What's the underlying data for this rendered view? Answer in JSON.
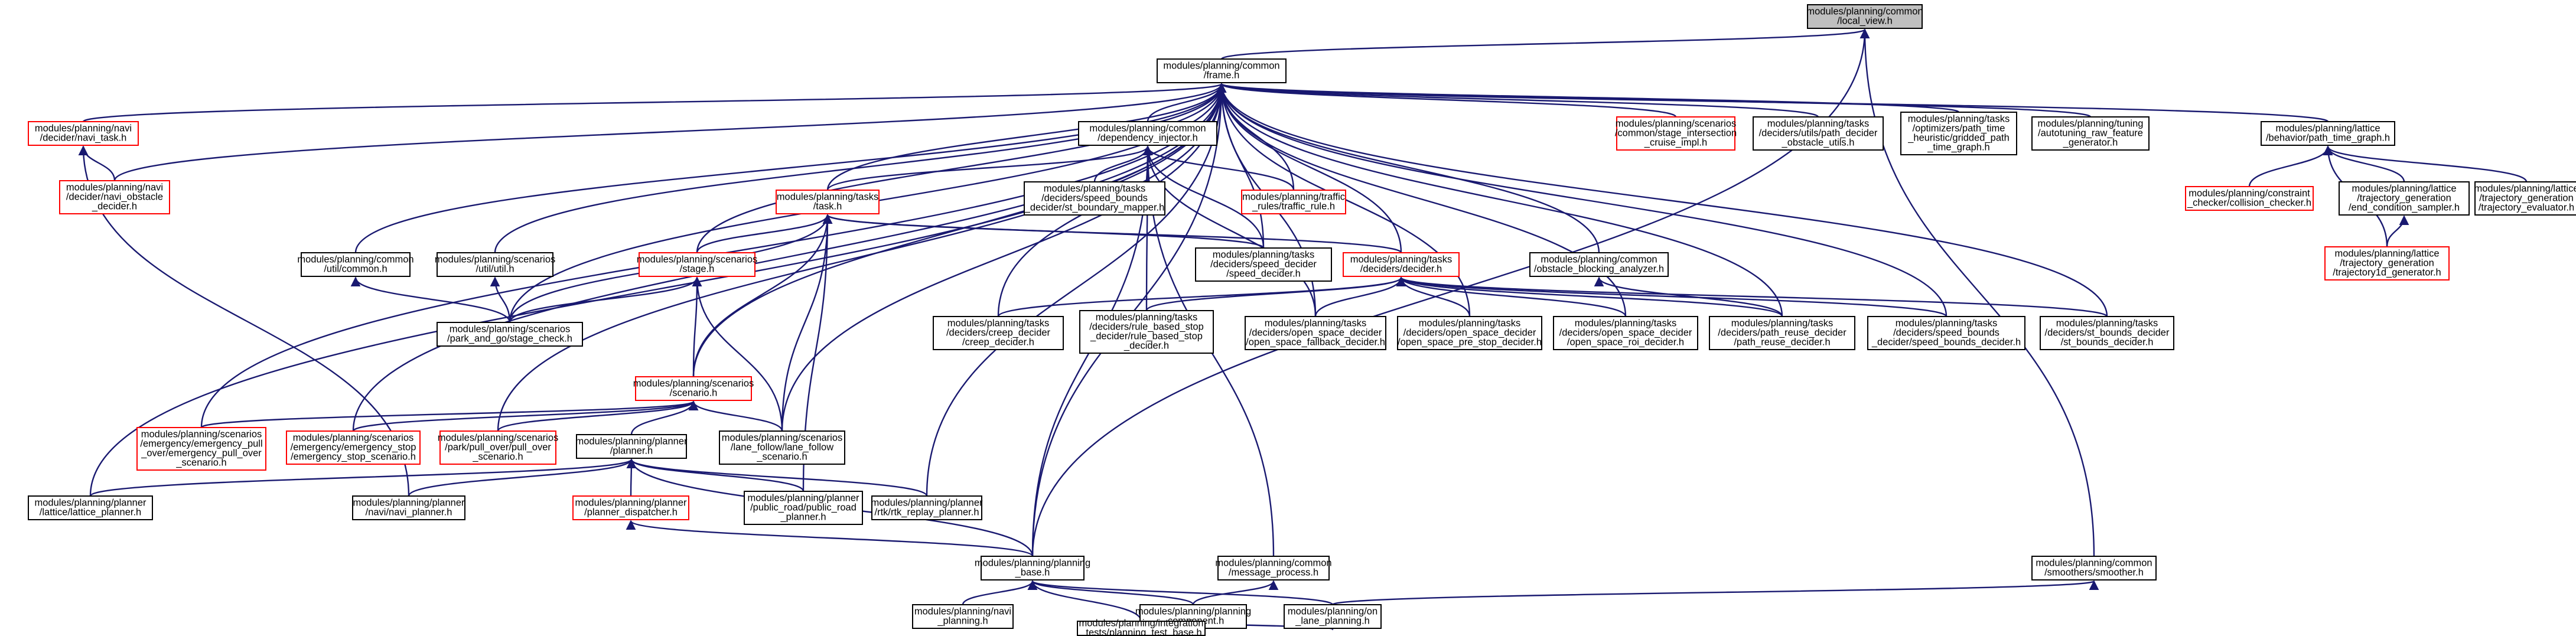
{
  "colors": {
    "edge": "#191970",
    "root_fill": "#bfbfbf",
    "red_border": "#ff0000",
    "black_border": "#000000"
  },
  "nodes": [
    {
      "id": "local_view",
      "lines": [
        "modules/planning/common",
        "/local_view.h"
      ],
      "kind": "root"
    },
    {
      "id": "frame",
      "lines": [
        "modules/planning/common",
        "/frame.h"
      ],
      "kind": "normal"
    },
    {
      "id": "navi_task",
      "lines": [
        "modules/planning/navi",
        "/decider/navi_task.h"
      ],
      "kind": "red"
    },
    {
      "id": "navi_obstacle",
      "lines": [
        "modules/planning/navi",
        "/decider/navi_obstacle",
        "_decider.h"
      ],
      "kind": "red"
    },
    {
      "id": "dependency_injector",
      "lines": [
        "modules/planning/common",
        "/dependency_injector.h"
      ],
      "kind": "normal"
    },
    {
      "id": "intersection",
      "lines": [
        "modules/planning/scenarios",
        "/common/stage_intersection",
        "_cruise_impl.h"
      ],
      "kind": "red"
    },
    {
      "id": "path_decider_utils",
      "lines": [
        "modules/planning/tasks",
        "/deciders/utils/path_decider",
        "_obstacle_utils.h"
      ],
      "kind": "normal"
    },
    {
      "id": "gridded_path",
      "lines": [
        "modules/planning/tasks",
        "/optimizers/path_time",
        "_heuristic/gridded_path",
        "_time_graph.h"
      ],
      "kind": "normal"
    },
    {
      "id": "autotuning",
      "lines": [
        "modules/planning/tuning",
        "/autotuning_raw_feature",
        "_generator.h"
      ],
      "kind": "normal"
    },
    {
      "id": "path_time_graph",
      "lines": [
        "modules/planning/lattice",
        "/behavior/path_time_graph.h"
      ],
      "kind": "normal"
    },
    {
      "id": "task",
      "lines": [
        "modules/planning/tasks",
        "/task.h"
      ],
      "kind": "red"
    },
    {
      "id": "st_boundary_mapper",
      "lines": [
        "modules/planning/tasks",
        "/deciders/speed_bounds",
        "_decider/st_boundary_mapper.h"
      ],
      "kind": "normal"
    },
    {
      "id": "traffic_rule",
      "lines": [
        "modules/planning/traffic",
        "_rules/traffic_rule.h"
      ],
      "kind": "red"
    },
    {
      "id": "collision_checker",
      "lines": [
        "modules/planning/constraint",
        "_checker/collision_checker.h"
      ],
      "kind": "red"
    },
    {
      "id": "end_condition",
      "lines": [
        "modules/planning/lattice",
        "/trajectory_generation",
        "/end_condition_sampler.h"
      ],
      "kind": "normal"
    },
    {
      "id": "traj_evaluator",
      "lines": [
        "modules/planning/lattice",
        "/trajectory_generation",
        "/trajectory_evaluator.h"
      ],
      "kind": "normal"
    },
    {
      "id": "util_common",
      "lines": [
        "modules/planning/common",
        "/util/common.h"
      ],
      "kind": "normal"
    },
    {
      "id": "scen_util",
      "lines": [
        "modules/planning/scenarios",
        "/util/util.h"
      ],
      "kind": "normal"
    },
    {
      "id": "stage",
      "lines": [
        "modules/planning/scenarios",
        "/stage.h"
      ],
      "kind": "red"
    },
    {
      "id": "speed_decider",
      "lines": [
        "modules/planning/tasks",
        "/deciders/speed_decider",
        "/speed_decider.h"
      ],
      "kind": "normal"
    },
    {
      "id": "decider",
      "lines": [
        "modules/planning/tasks",
        "/deciders/decider.h"
      ],
      "kind": "red"
    },
    {
      "id": "obstacle_blocking",
      "lines": [
        "modules/planning/common",
        "/obstacle_blocking_analyzer.h"
      ],
      "kind": "normal"
    },
    {
      "id": "traj1d",
      "lines": [
        "modules/planning/lattice",
        "/trajectory_generation",
        "/trajectory1d_generator.h"
      ],
      "kind": "red"
    },
    {
      "id": "park_go",
      "lines": [
        "modules/planning/scenarios",
        "/park_and_go/stage_check.h"
      ],
      "kind": "normal"
    },
    {
      "id": "creep",
      "lines": [
        "modules/planning/tasks",
        "/deciders/creep_decider",
        "/creep_decider.h"
      ],
      "kind": "normal"
    },
    {
      "id": "rule_based",
      "lines": [
        "modules/planning/tasks",
        "/deciders/rule_based_stop",
        "_decider/rule_based_stop",
        "_decider.h"
      ],
      "kind": "normal"
    },
    {
      "id": "fallback",
      "lines": [
        "modules/planning/tasks",
        "/deciders/open_space_decider",
        "/open_space_fallback_decider.h"
      ],
      "kind": "normal"
    },
    {
      "id": "pre_stop",
      "lines": [
        "modules/planning/tasks",
        "/deciders/open_space_decider",
        "/open_space_pre_stop_decider.h"
      ],
      "kind": "normal"
    },
    {
      "id": "roi",
      "lines": [
        "modules/planning/tasks",
        "/deciders/open_space_decider",
        "/open_space_roi_decider.h"
      ],
      "kind": "normal"
    },
    {
      "id": "path_reuse",
      "lines": [
        "modules/planning/tasks",
        "/deciders/path_reuse_decider",
        "/path_reuse_decider.h"
      ],
      "kind": "normal"
    },
    {
      "id": "speed_bounds",
      "lines": [
        "modules/planning/tasks",
        "/deciders/speed_bounds",
        "_decider/speed_bounds_decider.h"
      ],
      "kind": "normal"
    },
    {
      "id": "st_bounds",
      "lines": [
        "modules/planning/tasks",
        "/deciders/st_bounds_decider",
        "/st_bounds_decider.h"
      ],
      "kind": "normal"
    },
    {
      "id": "scenario",
      "lines": [
        "modules/planning/scenarios",
        "/scenario.h"
      ],
      "kind": "red"
    },
    {
      "id": "emergency_pull",
      "lines": [
        "modules/planning/scenarios",
        "/emergency/emergency_pull",
        "_over/emergency_pull_over",
        "_scenario.h"
      ],
      "kind": "red"
    },
    {
      "id": "emergency_stop",
      "lines": [
        "modules/planning/scenarios",
        "/emergency/emergency_stop",
        "/emergency_stop_scenario.h"
      ],
      "kind": "red"
    },
    {
      "id": "park_pull",
      "lines": [
        "modules/planning/scenarios",
        "/park/pull_over/pull_over",
        "_scenario.h"
      ],
      "kind": "red"
    },
    {
      "id": "lane_follow",
      "lines": [
        "modules/planning/scenarios",
        "/lane_follow/lane_follow",
        "_scenario.h"
      ],
      "kind": "normal"
    },
    {
      "id": "planner",
      "lines": [
        "modules/planning/planner",
        "/planner.h"
      ],
      "kind": "normal"
    },
    {
      "id": "lattice_planner",
      "lines": [
        "modules/planning/planner",
        "/lattice/lattice_planner.h"
      ],
      "kind": "normal"
    },
    {
      "id": "navi_planner",
      "lines": [
        "modules/planning/planner",
        "/navi/navi_planner.h"
      ],
      "kind": "normal"
    },
    {
      "id": "dispatcher",
      "lines": [
        "modules/planning/planner",
        "/planner_dispatcher.h"
      ],
      "kind": "red"
    },
    {
      "id": "public_road",
      "lines": [
        "modules/planning/planner",
        "/public_road/public_road",
        "_planner.h"
      ],
      "kind": "normal"
    },
    {
      "id": "rtk",
      "lines": [
        "modules/planning/planner",
        "/rtk/rtk_replay_planner.h"
      ],
      "kind": "normal"
    },
    {
      "id": "planning_base",
      "lines": [
        "modules/planning/planning",
        "_base.h"
      ],
      "kind": "normal"
    },
    {
      "id": "message_process",
      "lines": [
        "modules/planning/common",
        "/message_process.h"
      ],
      "kind": "normal"
    },
    {
      "id": "smoother",
      "lines": [
        "modules/planning/common",
        "/smoothers/smoother.h"
      ],
      "kind": "normal"
    },
    {
      "id": "navi_planning",
      "lines": [
        "modules/planning/navi",
        "_planning.h"
      ],
      "kind": "normal"
    },
    {
      "id": "planning_component",
      "lines": [
        "modules/planning/planning",
        "_component.h"
      ],
      "kind": "normal"
    },
    {
      "id": "on_lane",
      "lines": [
        "modules/planning/on",
        "_lane_planning.h"
      ],
      "kind": "normal"
    },
    {
      "id": "test_base",
      "lines": [
        "modules/planning/integration",
        "_tests/planning_test_base.h"
      ],
      "kind": "normal"
    }
  ]
}
